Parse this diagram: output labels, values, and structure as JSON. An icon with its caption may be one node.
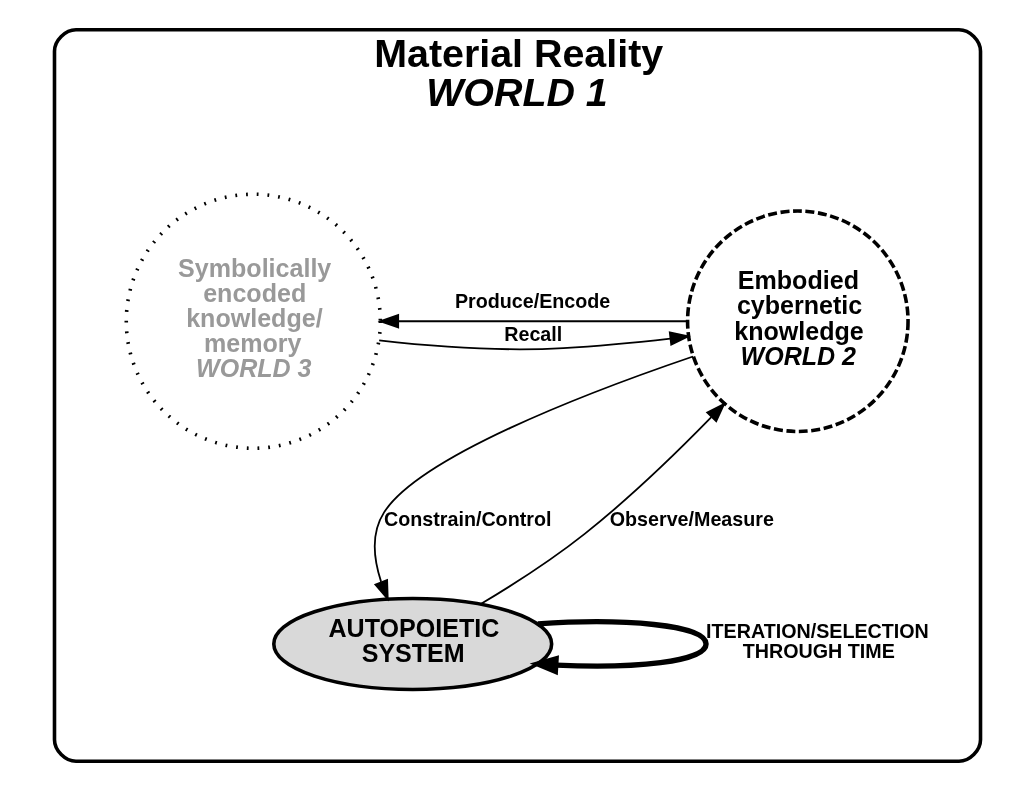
{
  "diagram": {
    "nodes": [
      {
        "text": [
          "Material Reality",
          "WORLD 1"
        ]
      },
      {
        "text": [
          "Embodied cybernetic knowledge",
          "WORLD 2"
        ],
        "in": 0
      },
      {
        "text": [
          "Symbolically encoded knowledge/ memory",
          "WORLD 3"
        ],
        "in": 0
      },
      {
        "text": [
          "AUTOPOIETIC SYSTEM"
        ],
        "in": 0
      }
    ],
    "edges": [
      {
        "from": 1,
        "to": 2,
        "arrow": "to",
        "label": "Produce/Encode"
      },
      {
        "from": 2,
        "to": 1,
        "arrow": "to",
        "label": "Recall"
      },
      {
        "from": 1,
        "to": 3,
        "arrow": "to",
        "label": "Constrain/Control"
      },
      {
        "from": 3,
        "to": 1,
        "arrow": "to",
        "label": "Observe/Measure"
      },
      {
        "from": 3,
        "to": 3,
        "arrow": "to",
        "label": "ITERATION/SELECTION THROUGH TIME",
        "style": "thick"
      }
    ]
  }
}
